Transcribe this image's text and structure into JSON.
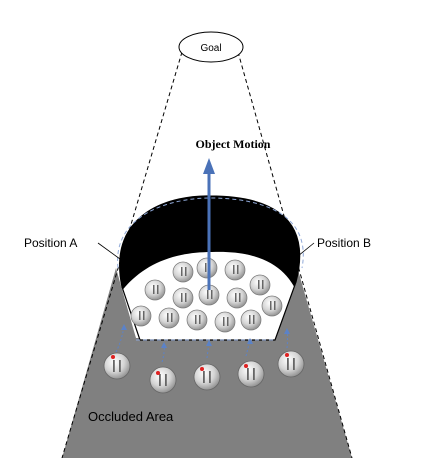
{
  "labels": {
    "goal": "Goal",
    "object_motion": "Object Motion",
    "position_a": "Position A",
    "position_b": "Position B",
    "occluded_area": "Occluded Area"
  },
  "colors": {
    "occluded_fill": "#808080",
    "crater_fill": "#000000",
    "motion_arrow": "#4a72b8",
    "flow_arrows": "#5b82c8",
    "robot_fill": "#c8c8c8",
    "robot_marker": "#e02020"
  }
}
